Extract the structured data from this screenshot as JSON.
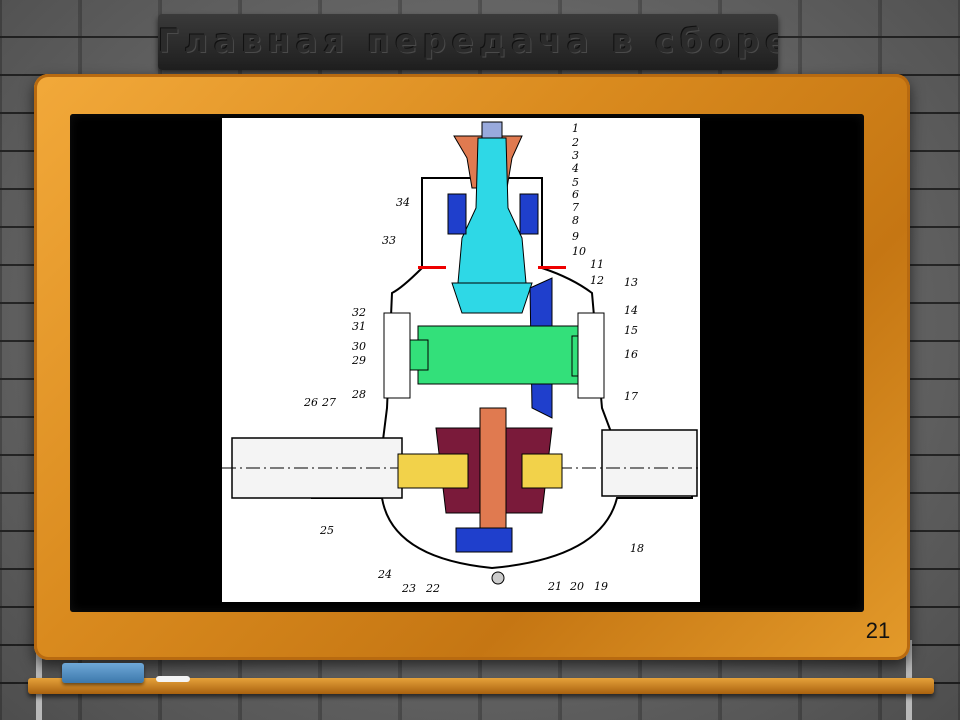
{
  "slide": {
    "title": "Главная передача в сборе",
    "page_number": "21"
  },
  "diagram": {
    "labels": [
      "1",
      "2",
      "3",
      "4",
      "5",
      "6",
      "7",
      "8",
      "9",
      "10",
      "11",
      "12",
      "13",
      "14",
      "15",
      "16",
      "17",
      "18",
      "19",
      "20",
      "21",
      "22",
      "23",
      "24",
      "25",
      "26",
      "27",
      "28",
      "29",
      "30",
      "31",
      "32",
      "33",
      "34"
    ]
  },
  "colors": {
    "board": "#000000",
    "frame": "#E09A2A",
    "shaft": "#2ED8E6",
    "ring_gear": "#1F3FCC",
    "pinion_shaft": "#33E07A",
    "flange": "#E07A50",
    "differential": "#7A1A3A",
    "housing": "#F2D24A"
  }
}
